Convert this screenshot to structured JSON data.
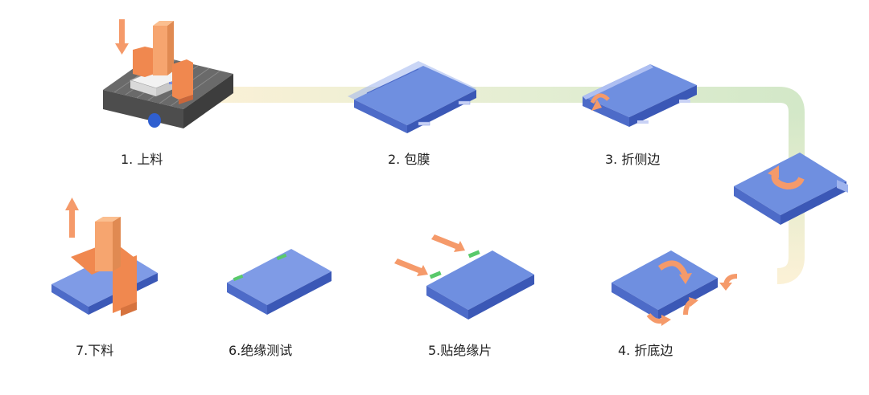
{
  "steps": [
    {
      "label": "1. 上料"
    },
    {
      "label": "2. 包膜"
    },
    {
      "label": "3. 折侧边"
    },
    {
      "label": "4. 折底边"
    },
    {
      "label": "5.贴绝缘片"
    },
    {
      "label": "6.绝缘测试"
    },
    {
      "label": "7.下料"
    }
  ],
  "colors": {
    "path_warm": "#fbf1d6",
    "path_green": "#d3e8c8",
    "cell_top": "#6f8fe0",
    "cell_side": "#4d6bc8",
    "film": "#9fb4ee",
    "arrow": "#f59a6a",
    "gripper": "#f28d55",
    "conveyor": "#5f5f5f",
    "insulation": "#59c96b"
  }
}
